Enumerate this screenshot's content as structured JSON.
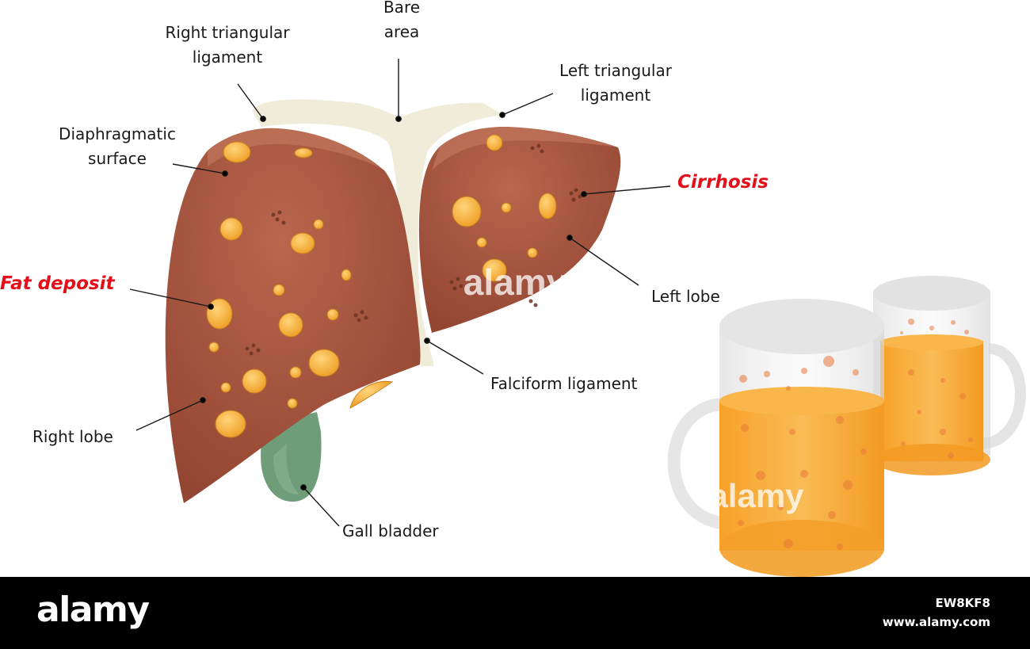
{
  "colors": {
    "liver": "#9e4f3a",
    "liver_highlight": "#b8664d",
    "ligament": "#efedd9",
    "fat": "#f6b43a",
    "gallbladder": "#6f9c79",
    "beer": "#f6a22d",
    "label_red": "#e2101b"
  },
  "labels": {
    "right_triangular": "Right triangular\nligament",
    "bare_area": "Bare\narea",
    "left_triangular": "Left triangular\nligament",
    "diaphragmatic": "Diaphragmatic\nsurface",
    "cirrhosis": "Cirrhosis",
    "fat_deposit": "Fat deposit",
    "left_lobe": "Left lobe",
    "falciform": "Falciform ligament",
    "right_lobe": "Right lobe",
    "gall_bladder": "Gall bladder"
  },
  "watermark": {
    "text": "alamy"
  },
  "footer": {
    "brand": "alamy",
    "image_id": "EW8KF8",
    "url": "www.alamy.com"
  },
  "icons": [
    "liver-illustration",
    "beer-mug-icon"
  ]
}
